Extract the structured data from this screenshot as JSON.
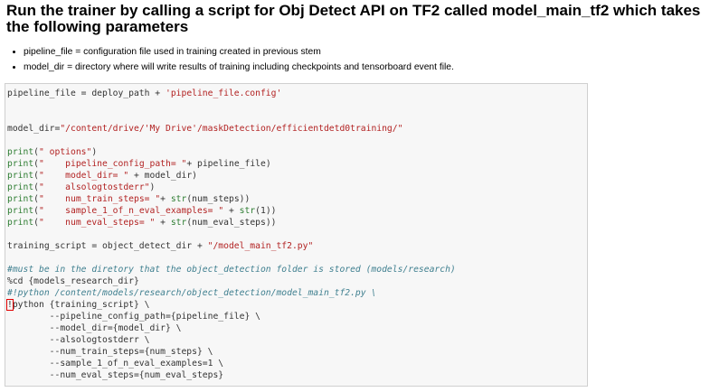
{
  "heading": "Run the trainer by calling a script for Obj Detect API on TF2 called model_main_tf2 which takes the following parameters",
  "bullets": [
    "pipeline_file = configuration file used in training created in previous stem",
    "model_dir = directory where will write results of training including checkpoints and tensorboard event file."
  ],
  "code_lines": [
    [
      [
        "",
        "pipeline_file = deploy_path + "
      ],
      [
        "s",
        "'pipeline_file.config'"
      ]
    ],
    [],
    [],
    [
      [
        "",
        "model_dir="
      ],
      [
        "s",
        "\"/content/drive/'My Drive'/maskDetection/efficientdetd0training/\""
      ]
    ],
    [],
    [
      [
        "k",
        "print"
      ],
      [
        "",
        "("
      ],
      [
        "s",
        "\" options\""
      ],
      [
        "",
        ")"
      ]
    ],
    [
      [
        "k",
        "print"
      ],
      [
        "",
        "("
      ],
      [
        "s",
        "\"    pipeline_config_path= \""
      ],
      [
        "",
        "+ pipeline_file)"
      ]
    ],
    [
      [
        "k",
        "print"
      ],
      [
        "",
        "("
      ],
      [
        "s",
        "\"    model_dir= \""
      ],
      [
        "",
        " + model_dir)"
      ]
    ],
    [
      [
        "k",
        "print"
      ],
      [
        "",
        "("
      ],
      [
        "s",
        "\"    alsologtostderr\""
      ],
      [
        "",
        ")"
      ]
    ],
    [
      [
        "k",
        "print"
      ],
      [
        "",
        "("
      ],
      [
        "s",
        "\"    num_train_steps= \""
      ],
      [
        "",
        "+ "
      ],
      [
        "k",
        "str"
      ],
      [
        "",
        "(num_steps))"
      ]
    ],
    [
      [
        "k",
        "print"
      ],
      [
        "",
        "("
      ],
      [
        "s",
        "\"    sample_1_of_n_eval_examples= \""
      ],
      [
        "",
        " + "
      ],
      [
        "k",
        "str"
      ],
      [
        "",
        "(1))"
      ]
    ],
    [
      [
        "k",
        "print"
      ],
      [
        "",
        "("
      ],
      [
        "s",
        "\"    num_eval_steps= \""
      ],
      [
        "",
        " + "
      ],
      [
        "k",
        "str"
      ],
      [
        "",
        "(num_eval_steps))"
      ]
    ],
    [],
    [
      [
        "",
        "training_script = object_detect_dir + "
      ],
      [
        "s",
        "\"/model_main_tf2.py\""
      ]
    ],
    [],
    [
      [
        "c",
        "#must be in the diretory that the object_detection folder is stored (models/research)"
      ]
    ],
    [
      [
        "",
        "%cd {models_research_dir}"
      ]
    ],
    [
      [
        "c",
        "#!python /content/models/research/object_detection/model_main_tf2.py \\"
      ]
    ],
    [
      [
        "cursor",
        "!"
      ],
      [
        "",
        "python {training_script} \\"
      ]
    ],
    [
      [
        "",
        "        --pipeline_config_path={pipeline_file} \\"
      ]
    ],
    [
      [
        "",
        "        --model_dir={model_dir} \\"
      ]
    ],
    [
      [
        "",
        "        --alsologtostderr \\"
      ]
    ],
    [
      [
        "",
        "        --num_train_steps={num_steps} \\"
      ]
    ],
    [
      [
        "",
        "        --sample_1_of_n_eval_examples=1 \\"
      ]
    ],
    [
      [
        "",
        "        --num_eval_steps={num_eval_steps}"
      ]
    ]
  ]
}
